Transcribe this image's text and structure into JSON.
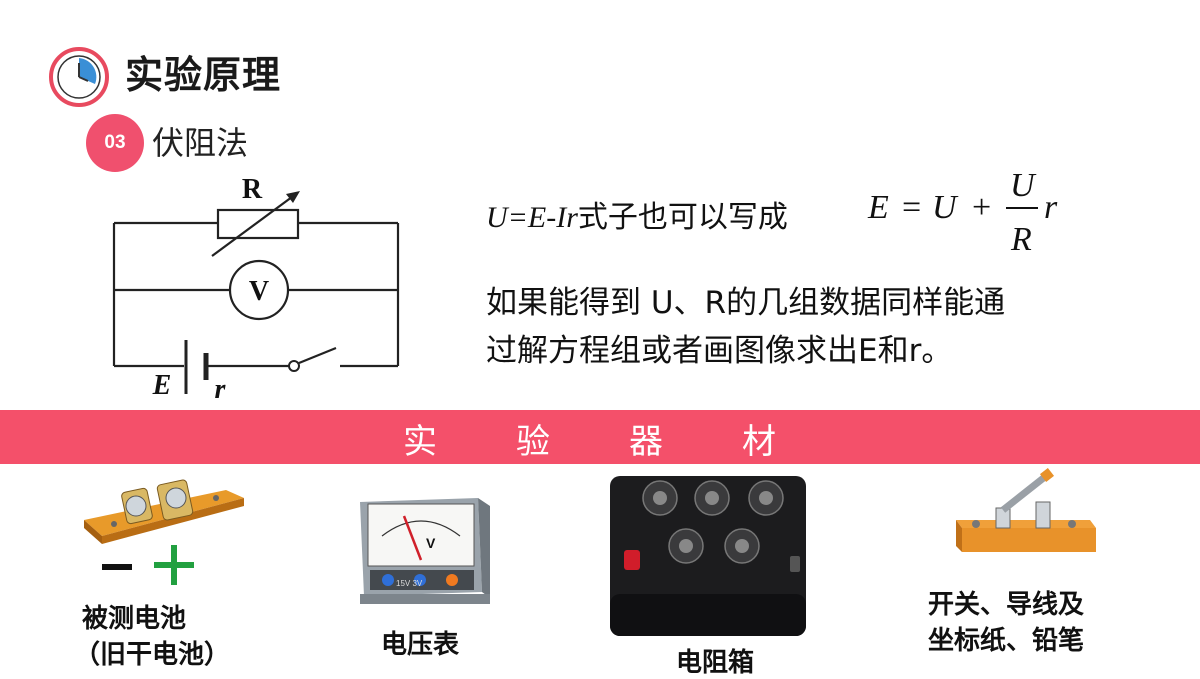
{
  "header": {
    "title": "实验原理",
    "section_number": "03",
    "section_title": "伏阻法"
  },
  "circuit": {
    "resistor_label": "R",
    "voltmeter_label": "V",
    "emf_label": "E",
    "internal_resistance_label": "r"
  },
  "formula": {
    "lhs_text": "U=E-Ir",
    "lhs_suffix": "式子也可以写成",
    "display": {
      "E": "E",
      "eq": "=",
      "U": "U",
      "plus": "+",
      "num": "U",
      "den": "R",
      "r": "r"
    }
  },
  "description": {
    "line1": "如果能得到 U、R的几组数据同样能通",
    "line2": "过解方程组或者画图像求出E和r。"
  },
  "banner": {
    "chars": [
      "实",
      "验",
      "器",
      "材"
    ],
    "color": "#f4506a"
  },
  "equipment": [
    {
      "icon": "battery-icon",
      "label_line1": "被测电池",
      "label_line2": "（旧干电池）"
    },
    {
      "icon": "voltmeter-icon",
      "label_line1": "电压表",
      "meter_letter": "V",
      "meter_range": "15V  3V"
    },
    {
      "icon": "resistance-box-icon",
      "label_line1": "电阻箱"
    },
    {
      "icon": "switch-icon",
      "label_line1": "开关、导线及",
      "label_line2": "坐标纸、铅笔"
    }
  ],
  "battery_signs": {
    "minus": "−",
    "plus": "+"
  }
}
